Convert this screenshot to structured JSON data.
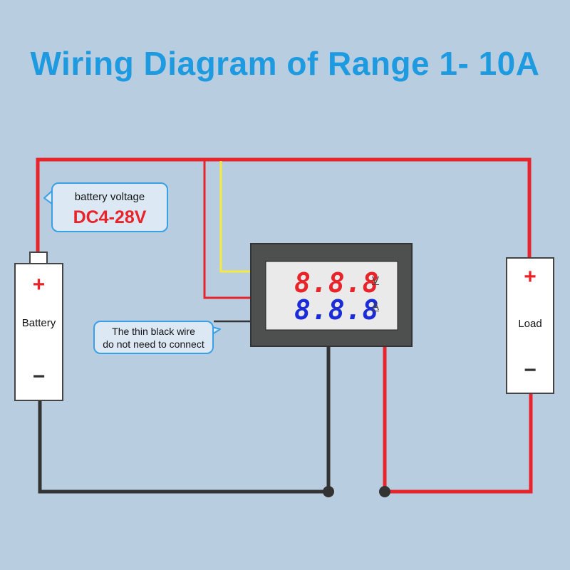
{
  "title": "Wiring Diagram of Range 1- 10A",
  "battery": {
    "label": "Battery",
    "plus": "+",
    "minus": "−"
  },
  "load": {
    "label": "Load",
    "plus": "+",
    "minus": "−"
  },
  "callout_voltage": {
    "line1": "battery voltage",
    "line2": "DC4-28V"
  },
  "callout_wire": {
    "line1": "The thin black wire",
    "line2": "do not need to connect"
  },
  "meter": {
    "voltage_reading": "8.8.8",
    "voltage_unit": "V",
    "current_reading": "8.8.8",
    "current_unit": "A"
  },
  "colors": {
    "red_wire": "#e8232a",
    "black_wire": "#333333",
    "yellow_wire": "#f5ea3c",
    "title": "#1e9be0",
    "voltage_digits": "#e8232a",
    "current_digits": "#1a2bd8"
  }
}
